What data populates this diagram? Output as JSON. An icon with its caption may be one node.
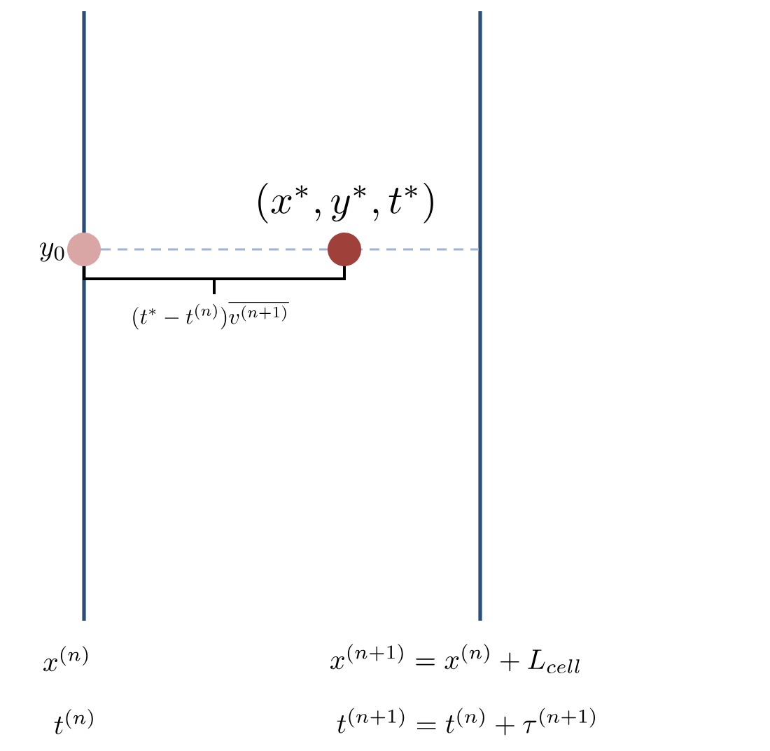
{
  "diagram": {
    "nodes": [
      {
        "text": [],
        "shape": "circle",
        "beside": [
          "y_0"
        ]
      },
      {
        "text": [],
        "shape": "circle",
        "beside": [
          "(x^*, y^*, t^*)"
        ]
      }
    ],
    "labels": [
      "(t^* - t^{(n)})\\overline{v^{(n+1)}}",
      "x^{(n)}",
      "x^{(n+1)} = x^{(n)} + L_{cell}",
      "t^{(n)}",
      "t^{(n+1)} = t^{(n)} + \\tau^{(n+1)}"
    ]
  }
}
